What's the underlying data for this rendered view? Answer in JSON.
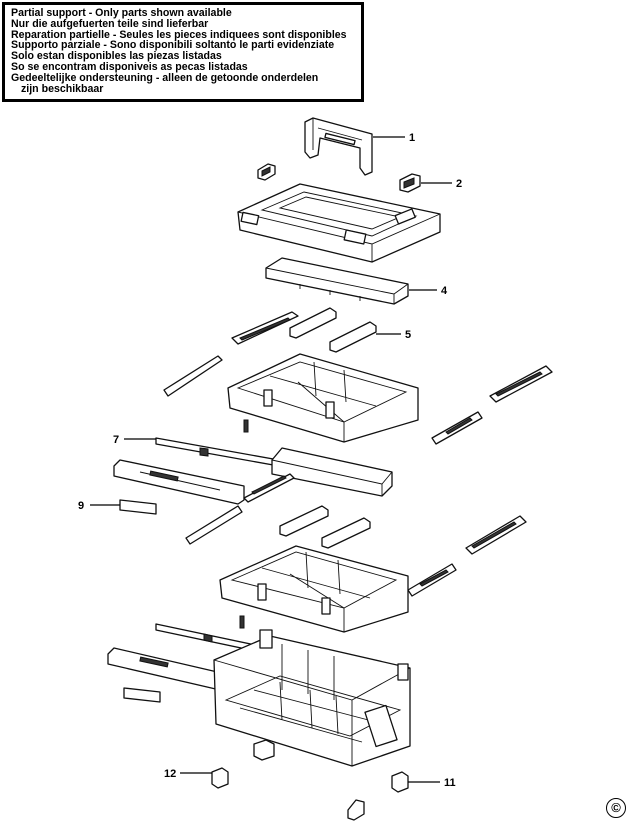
{
  "notice": {
    "lines": [
      "Partial support - Only parts shown available",
      "Nur die aufgefuerten teile sind lieferbar",
      "Reparation partielle - Seules les pieces indiquees sont disponibles",
      "Supporto parziale - Sono disponibili soltanto le parti evidenziate",
      "Solo estan disponibles las piezas listadas",
      "So se encontram disponiveis as pecas listadas",
      "Gedeeltelijke ondersteuning - alleen de getoonde onderdelen",
      "zijn beschikbaar"
    ]
  },
  "callouts": {
    "c1": "1",
    "c2": "2",
    "c4": "4",
    "c5": "5",
    "c7": "7",
    "c9": "9",
    "c11": "11",
    "c12": "12"
  },
  "copyright_symbol": "©"
}
